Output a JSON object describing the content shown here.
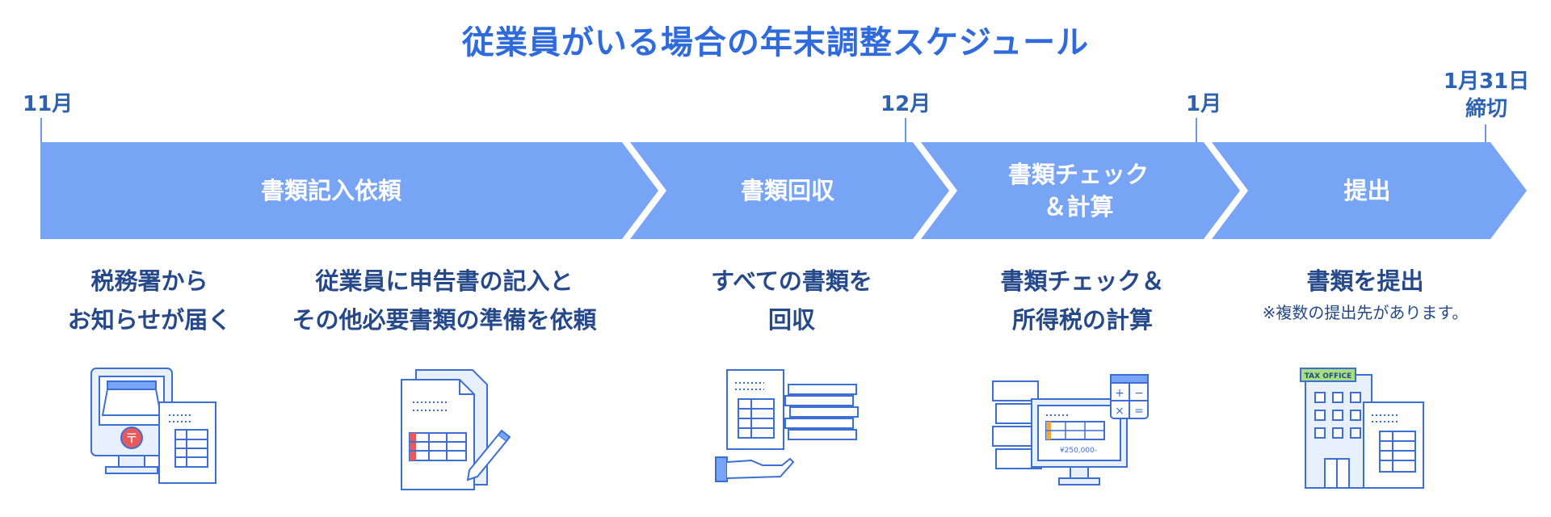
{
  "title": "従業員がいる場合の年末調整スケジュール",
  "timeline": {
    "markers": [
      {
        "label": "11月"
      },
      {
        "label": "12月"
      },
      {
        "label": "1月"
      },
      {
        "label_line1": "1月31日",
        "label_line2": "締切"
      }
    ]
  },
  "phases": [
    {
      "label": "書類記入依頼"
    },
    {
      "label": "書類回収"
    },
    {
      "label_line1": "書類チェック",
      "label_line2": "＆計算"
    },
    {
      "label": "提出"
    }
  ],
  "steps": [
    {
      "line1": "税務署から",
      "line2": "お知らせが届く",
      "icon": "tax-office-mail-icon"
    },
    {
      "line1": "従業員に申告書の記入と",
      "line2": "その他必要書類の準備を依頼",
      "icon": "document-pen-icon"
    },
    {
      "line1": "すべての書類を",
      "line2": "回収",
      "icon": "document-collect-icon"
    },
    {
      "line1": "書類チェック＆",
      "line2": "所得税の計算",
      "icon": "calculator-monitor-icon"
    },
    {
      "line1": "書類を提出",
      "note": "※複数の提出先があります。",
      "icon": "tax-office-building-icon"
    }
  ],
  "illustration_text": {
    "tax_office_sign": "TAX OFFICE",
    "amount": "¥250,000-"
  },
  "colors": {
    "title": "#2f6bdc",
    "arrow_fill": "#78a4f5",
    "text_dark": "#25498a",
    "icon_stroke": "#3b6fd6",
    "icon_fill": "#e8f0fd"
  }
}
